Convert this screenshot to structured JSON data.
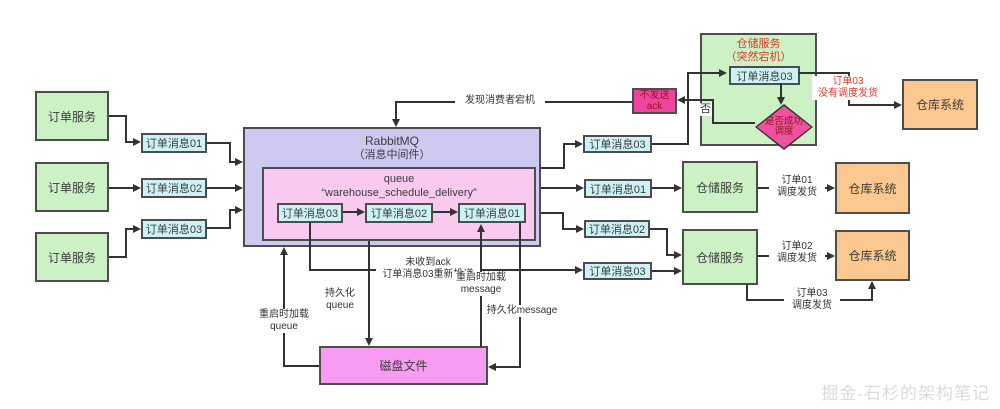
{
  "nodes": {
    "order_service": "订单服务",
    "warehouse_service": "仓储服务",
    "warehouse_system": "仓库系统",
    "disk_file": "磁盘文件",
    "no_ack": "不发送\nack",
    "decision": "是否成功\n调度",
    "crashed_title": "仓储服务",
    "crashed_subtitle": "（突然宕机）",
    "rabbitmq_title": "RabbitMQ",
    "rabbitmq_subtitle": "（消息中间件）",
    "queue_title": "queue",
    "queue_name": "“warehouse_schedule_delivery”"
  },
  "messages": {
    "m01": "订单消息01",
    "m02": "订单消息02",
    "m03": "订单消息03"
  },
  "labels": {
    "discover": "发现消费者宕机",
    "no": "否",
    "not_dispatched": "订单03\n没有调度发货",
    "dispatch1": "订单01\n调度发货",
    "dispatch2": "订单02\n调度发货",
    "dispatch3": "订单03\n调度发货",
    "redeliver": "未收到ack\n订单消息03重新投递",
    "persist_queue": "持久化queue",
    "persist_message": "持久化message",
    "reload_queue": "重启时加载\nqueue",
    "reload_message": "重启时加载\nmessage"
  },
  "watermark": "掘金-石杉的架构笔记",
  "colors": {
    "service_green": "#cbf1c4",
    "message_cyan": "#cdf2f6",
    "broker_purple": "#cdc9f1",
    "queue_pink": "#f9c9ef",
    "disk_pink": "#f89bf2",
    "alert_pink": "#f0459f",
    "alert_red_text": "#dd3a2c",
    "line": "#333333"
  }
}
